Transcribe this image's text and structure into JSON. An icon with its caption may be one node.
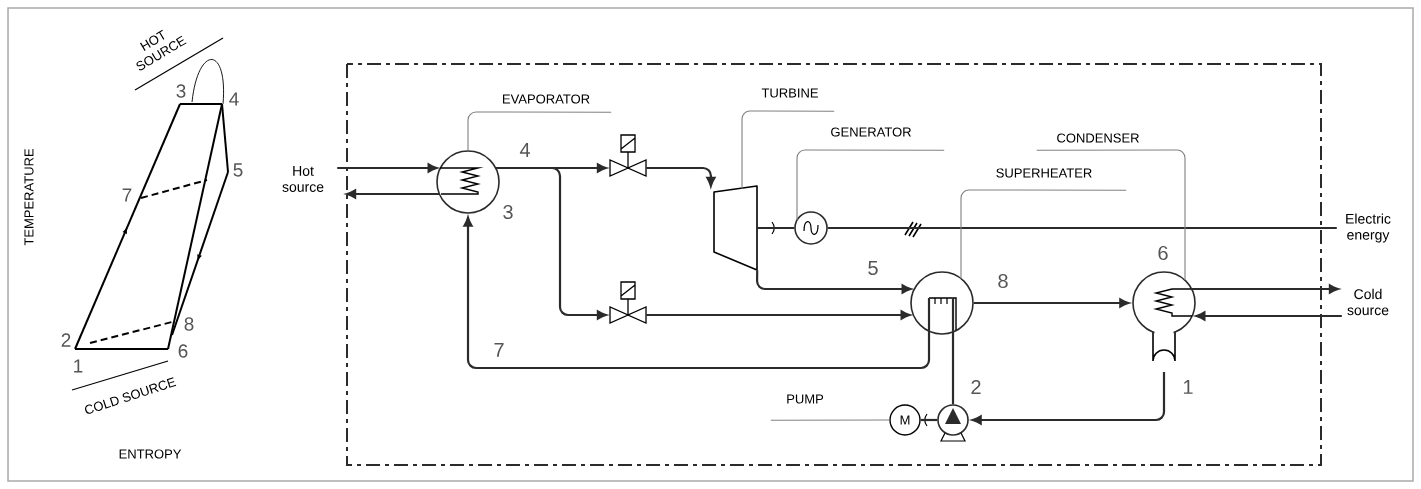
{
  "diagram": {
    "nodes": [
      {
        "text": [
          "Hot source"
        ]
      },
      {
        "text": [
          "EVAPORATOR"
        ]
      },
      {
        "text": [],
        "shape": "circle",
        "beside": [
          "3"
        ]
      },
      {
        "text": [],
        "shape": "valve"
      },
      {
        "text": [],
        "shape": "valve"
      },
      {
        "text": [
          "TURBINE"
        ]
      },
      {
        "text": [],
        "shape": "trapezoid"
      },
      {
        "text": [
          "GENERATOR"
        ]
      },
      {
        "text": [],
        "shape": "circle"
      },
      {
        "text": [
          "SUPERHEATER"
        ]
      },
      {
        "text": [],
        "shape": "circle"
      },
      {
        "text": [
          "CONDENSER"
        ]
      },
      {
        "text": [],
        "shape": "bulb",
        "beside": [
          "6"
        ]
      },
      {
        "text": [
          "PUMP"
        ]
      },
      {
        "text": [
          "M"
        ]
      },
      {
        "text": [],
        "shape": "circle"
      },
      {
        "text": [
          "Electric energy"
        ]
      },
      {
        "text": [
          "Cold source"
        ]
      }
    ],
    "edges": [
      {
        "from": 0,
        "to": 2,
        "arrow": "to"
      },
      {
        "from": 2,
        "to": 0,
        "arrow": "to"
      },
      {
        "from": 1,
        "to": 2,
        "arrow": "none",
        "color": "#808080"
      },
      {
        "from": 2,
        "to": 3,
        "arrow": "to",
        "label": "4"
      },
      {
        "from": 2,
        "to": 4,
        "arrow": "to"
      },
      {
        "from": 3,
        "to": 6,
        "arrow": "to"
      },
      {
        "from": 5,
        "to": 6,
        "arrow": "none",
        "color": "#808080"
      },
      {
        "from": 6,
        "to": 8,
        "arrow": "none"
      },
      {
        "from": 7,
        "to": 8,
        "arrow": "none",
        "color": "#808080"
      },
      {
        "from": 8,
        "to": 16,
        "arrow": "none"
      },
      {
        "from": 6,
        "to": 10,
        "arrow": "to",
        "label": "5"
      },
      {
        "from": 4,
        "to": 10,
        "arrow": "to"
      },
      {
        "from": 9,
        "to": 10,
        "arrow": "none",
        "color": "#808080"
      },
      {
        "from": 10,
        "to": 2,
        "arrow": "to",
        "label": "7"
      },
      {
        "from": 10,
        "to": 12,
        "arrow": "to",
        "label": "8"
      },
      {
        "from": 11,
        "to": 12,
        "arrow": "none",
        "color": "#808080"
      },
      {
        "from": 12,
        "to": 17,
        "arrow": "to"
      },
      {
        "from": 17,
        "to": 12,
        "arrow": "to"
      },
      {
        "from": 12,
        "to": 15,
        "arrow": "to",
        "label": "1"
      },
      {
        "from": 15,
        "to": 10,
        "arrow": "none",
        "label": "2"
      },
      {
        "from": 13,
        "to": 14,
        "arrow": "none",
        "color": "#808080"
      },
      {
        "from": 14,
        "to": 15,
        "arrow": "none"
      }
    ],
    "labels": [
      "HOT SOURCE",
      "3",
      "4",
      "TEMPERATURE",
      "5",
      "7",
      "2",
      "8",
      "1",
      "6",
      "COLD SOURCE",
      "ENTROPY"
    ]
  }
}
